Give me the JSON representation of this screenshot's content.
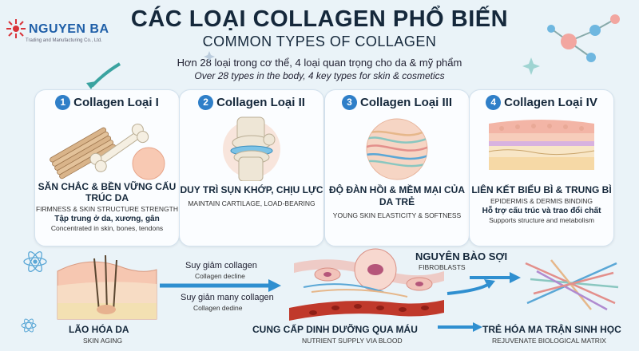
{
  "logo": {
    "name": "NGUYEN BA",
    "sub": "Trading and Manufacturing Co., Ltd."
  },
  "header": {
    "title": "CÁC LOẠI COLLAGEN PHỔ BIẾN",
    "subtitle": "COMMON TYPES OF COLLAGEN",
    "intro_vi": "Hơn 28 loại trong cơ thể, 4 loại quan trọng cho da & mỹ phẩm",
    "intro_en": "Over 28 types in the body, 4 key types for skin & cosmetics"
  },
  "cards": [
    {
      "num": "1",
      "title": "Collagen Loại I",
      "main": "SĂN CHẮC & BỀN VỮNG CẤU TRÚC DA",
      "en": "FIRMNESS & SKIN STRUCTURE STRENGTH",
      "vi2": "Tập trung ở da, xương, gân",
      "en2": "Concentrated in skin, bones, tendons"
    },
    {
      "num": "2",
      "title": "Collagen Loại II",
      "main": "DUY TRÌ SỤN KHỚP, CHỊU LỰC",
      "en": "MAINTAIN CARTILAGE, LOAD-BEARING",
      "vi2": "",
      "en2": ""
    },
    {
      "num": "3",
      "title": "Collagen Loại III",
      "main": "ĐỘ ĐÀN HỒI & MỀM MẠI CỦA DA TRẺ",
      "en": "YOUNG SKIN ELASTICITY & SOFTNESS",
      "vi2": "",
      "en2": ""
    },
    {
      "num": "4",
      "title": "Collagen Loại IV",
      "main": "LIÊN KẾT BIỂU BÌ & TRUNG BÌ",
      "en": "EPIDERMIS & DERMIS BINDING",
      "vi2": "Hỗ trợ cấu trúc và trao đổi chất",
      "en2": "Supports structure and metabolism"
    }
  ],
  "lower": {
    "decline_vi": "Suy giảm collagen",
    "decline_en": "Collagen decline",
    "decline2_vi": "Suy giản many collagen",
    "decline2_en": "Collagen dedine",
    "aging_vi": "LÃO HÓA DA",
    "aging_en": "SKIN AGING",
    "fibro_vi": "NGUYÊN BÀO SỢI",
    "fibro_en": "FIBROBLASTS",
    "blood_vi": "CUNG CẤP DINH DƯỠNG QUA MÁU",
    "blood_en": "NUTRIENT SUPPLY VIA BLOOD",
    "matrix_vi": "TRẺ HÓA MA TRẬN SINH HỌC",
    "matrix_en": "REJUVENATE BIOLOGICAL MATRIX"
  },
  "colors": {
    "accent": "#2f7fc8",
    "blood": "#c0392b",
    "arrow": "#2f8fd0"
  }
}
